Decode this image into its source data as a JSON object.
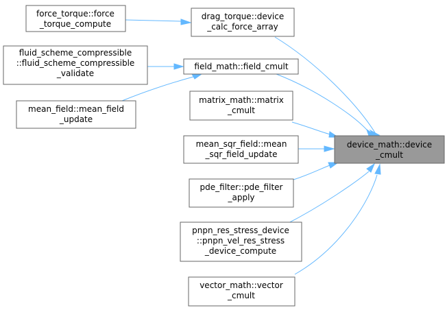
{
  "nodes": {
    "focus": {
      "lines": [
        "device_math::device",
        "_cmult"
      ]
    },
    "drag_torque": {
      "lines": [
        "drag_torque::device",
        "_calc_force_array"
      ]
    },
    "force_torque": {
      "lines": [
        "force_torque::force",
        "_torque_compute"
      ]
    },
    "field_cmult": {
      "lines": [
        "field_math::field_cmult"
      ]
    },
    "fluid_scheme": {
      "lines": [
        "fluid_scheme_compressible",
        "::fluid_scheme_compressible",
        "_validate"
      ]
    },
    "mean_field": {
      "lines": [
        "mean_field::mean_field",
        "_update"
      ]
    },
    "matrix_cmult": {
      "lines": [
        "matrix_math::matrix",
        "_cmult"
      ]
    },
    "mean_sqr_field": {
      "lines": [
        "mean_sqr_field::mean",
        "_sqr_field_update"
      ]
    },
    "pde_filter": {
      "lines": [
        "pde_filter::pde_filter",
        "_apply"
      ]
    },
    "pnpn_res": {
      "lines": [
        "pnpn_res_stress_device",
        "::pnpn_vel_res_stress",
        "_device_compute"
      ]
    },
    "vector_cmult": {
      "lines": [
        "vector_math::vector",
        "_cmult"
      ]
    }
  }
}
